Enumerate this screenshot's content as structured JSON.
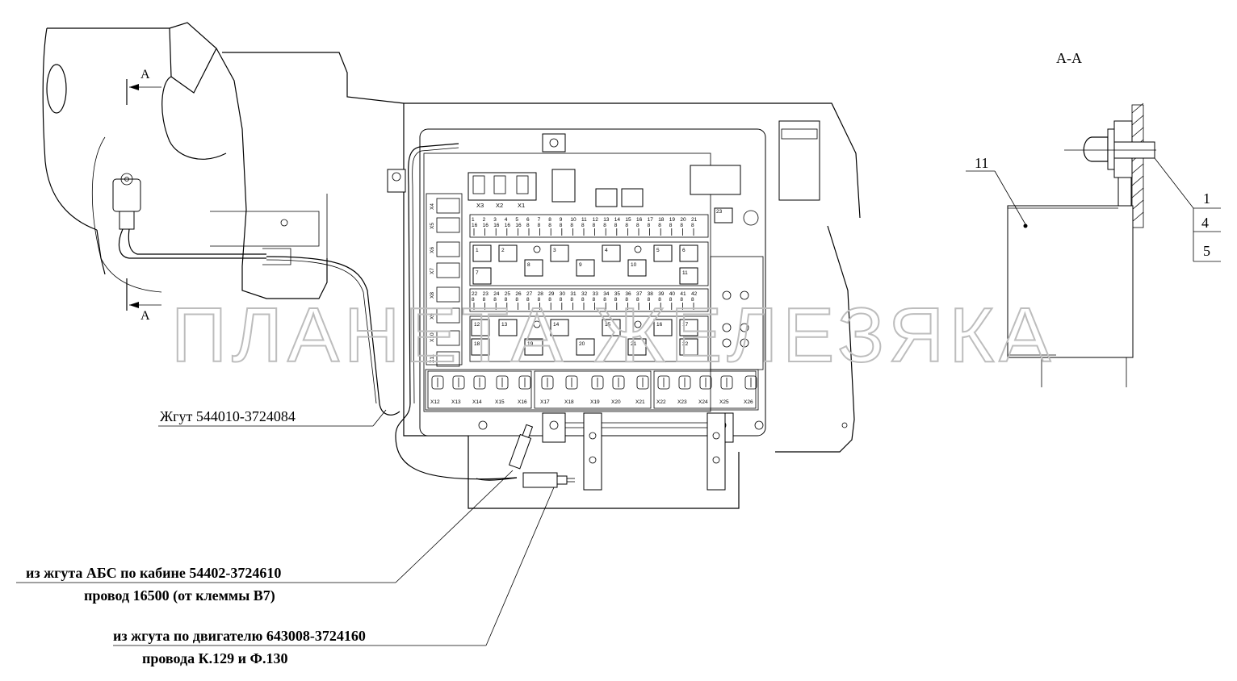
{
  "section": {
    "title": "А-А",
    "arrow_top": "А",
    "arrow_bottom": "А",
    "parts": [
      "11",
      "1",
      "4",
      "5"
    ]
  },
  "callouts": {
    "harness": "Жгут 544010-3724084",
    "abs_line1": "из жгута АБС по кабине 54402-3724610",
    "abs_line2": "провод 16500 (от клеммы В7)",
    "engine_line1": "из жгута по двигателю 643008-3724160",
    "engine_line2": "провода К.129 и Ф.130"
  },
  "watermark": "ПЛАНЕТА ЖЕЛЕЗЯКА",
  "block": {
    "top_connectors": [
      "X3",
      "X2",
      "X1"
    ],
    "side_connectors": [
      "X4",
      "X5",
      "X6",
      "X7",
      "X8",
      "X9",
      "X10",
      "X11"
    ],
    "fuse_top_numbers": [
      "1",
      "2",
      "3",
      "4",
      "5",
      "6",
      "7",
      "8",
      "9",
      "10",
      "11",
      "12",
      "13",
      "14",
      "15",
      "16",
      "17",
      "18",
      "19",
      "20",
      "21"
    ],
    "fuse_top_ratings": [
      "16",
      "16",
      "16",
      "16",
      "16",
      "8",
      "8",
      "8",
      "8",
      "8",
      "8",
      "8",
      "8",
      "8",
      "8",
      "8",
      "8",
      "8",
      "8",
      "8",
      "8"
    ],
    "fuse_bottom_numbers": [
      "22",
      "23",
      "24",
      "25",
      "26",
      "27",
      "28",
      "29",
      "30",
      "31",
      "32",
      "33",
      "34",
      "35",
      "36",
      "37",
      "38",
      "39",
      "40",
      "41",
      "42"
    ],
    "fuse_bottom_ratings": [
      "8",
      "8",
      "8",
      "8",
      "8",
      "8",
      "8",
      "8",
      "8",
      "8",
      "8",
      "8",
      "8",
      "8",
      "8",
      "8",
      "8",
      "8",
      "8",
      "8",
      "8"
    ],
    "relays_row1": [
      "1",
      "2",
      "3",
      "4",
      "5",
      "6"
    ],
    "relays_row1b": [
      "8",
      "9",
      "10"
    ],
    "relays_row1c": [
      "7",
      "11"
    ],
    "relays_row2": [
      "12",
      "13",
      "14",
      "15",
      "16",
      "17"
    ],
    "relays_row2b": [
      "18",
      "19",
      "20",
      "21",
      "22"
    ],
    "extra_label": "23",
    "bottom_connectors": [
      "X12",
      "X13",
      "X14",
      "X15",
      "X16",
      "X17",
      "X18",
      "X19",
      "X20",
      "X21",
      "X22",
      "X23",
      "X24",
      "X25",
      "X26"
    ]
  }
}
